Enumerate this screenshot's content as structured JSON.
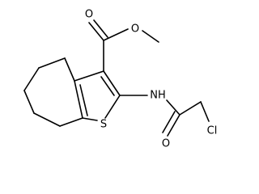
{
  "structure": {
    "atoms": {
      "O_carbonyl": "O",
      "O_ester": "O",
      "NH": "NH",
      "S": "S",
      "O_amide": "O",
      "Cl": "Cl"
    }
  }
}
